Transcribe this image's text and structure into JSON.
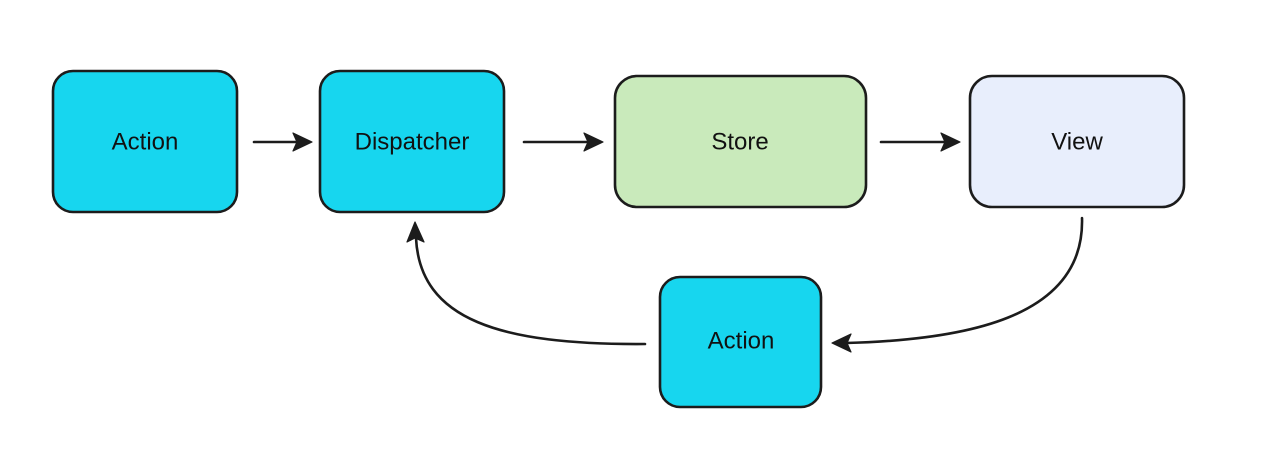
{
  "colors": {
    "action_fill": "#17d6ef",
    "dispatcher_fill": "#17d6ef",
    "store_fill": "#c9eabb",
    "view_fill": "#e8eefc",
    "stroke": "#1c1c1c"
  },
  "nodes": {
    "action_top": {
      "label": "Action"
    },
    "dispatcher": {
      "label": "Dispatcher"
    },
    "store": {
      "label": "Store"
    },
    "view": {
      "label": "View"
    },
    "action_bottom": {
      "label": "Action"
    }
  },
  "edges": [
    {
      "from": "action_top",
      "to": "dispatcher"
    },
    {
      "from": "dispatcher",
      "to": "store"
    },
    {
      "from": "store",
      "to": "view"
    },
    {
      "from": "view",
      "to": "action_bottom"
    },
    {
      "from": "action_bottom",
      "to": "dispatcher"
    }
  ]
}
